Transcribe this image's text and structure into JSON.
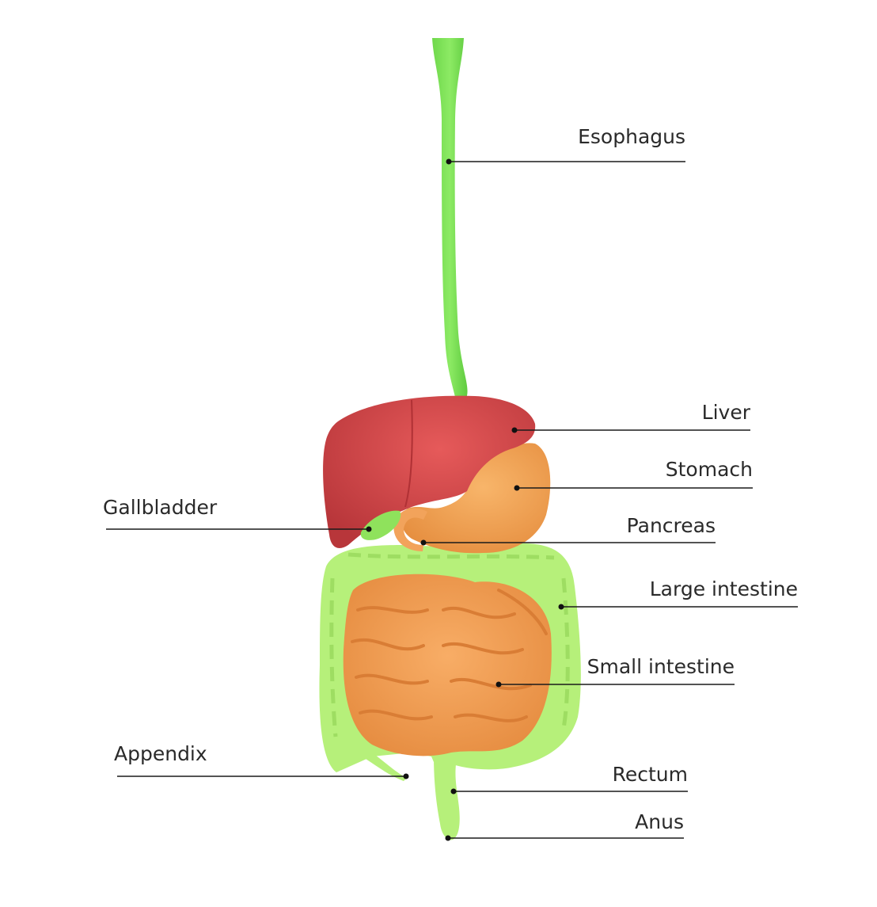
{
  "labels": {
    "esophagus": "Esophagus",
    "liver": "Liver",
    "stomach": "Stomach",
    "gallbladder": "Gallbladder",
    "pancreas": "Pancreas",
    "large_intestine": "Large intestine",
    "small_intestine": "Small intestine",
    "appendix": "Appendix",
    "rectum": "Rectum",
    "anus": "Anus"
  },
  "colors": {
    "esophagus": "#7ee35a",
    "large_intestine": "#b6f07a",
    "liver": "#d9484a",
    "stomach": "#f4a85a",
    "small_intestine": "#f5a55e",
    "line": "#1a1a1a"
  }
}
